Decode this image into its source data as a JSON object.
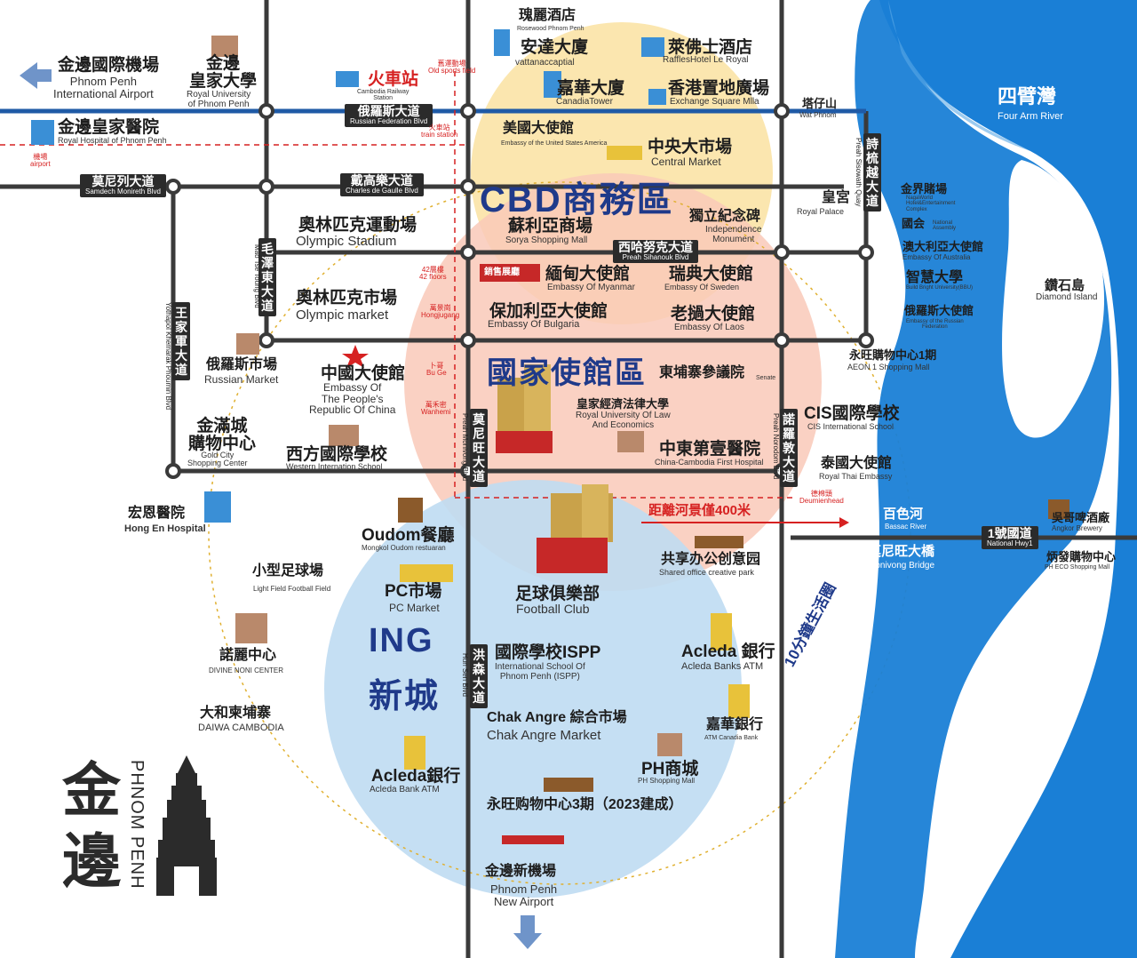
{
  "map": {
    "zones": {
      "cbd": "CBD商務區",
      "embassy": "國家使館區",
      "ing": "ING新城",
      "ing_line1": "ING",
      "ing_line2": "新城"
    },
    "city": {
      "zh1": "金",
      "zh2": "邊",
      "en": "PHNOM PENH"
    },
    "water": {
      "four_arm_zh": "四臂灣",
      "four_arm_en": "Four Arm River",
      "diamond_zh": "鑽石島",
      "diamond_en": "Diamond Island",
      "bassac_zh": "百色河",
      "bassac_en": "Bassac River",
      "monivong_bridge_zh": "莫尼旺大橋",
      "monivong_bridge_en": "Monivong Bridge",
      "ten_min": "10分鐘生活圈",
      "river_distance": "距離河景僅400米"
    },
    "roads": {
      "russian_zh": "俄羅斯大道",
      "russian_en": "Russian Federation Blvd",
      "samdech_zh": "莫尼列大道",
      "samdech_en": "Samdech Monireth Blvd",
      "charles_zh": "戴高樂大道",
      "charles_en": "Charles de Gaulle Blvd",
      "sihanouk_zh": "西哈努克大道",
      "sihanouk_en": "Preah Sihanouk Blvd",
      "maotse_zh": "毛澤東大道",
      "maotse_en": "Mao Tse Toung Blvd",
      "wangjia_zh": "王家軍大道",
      "wangjia_en": "Yothapol Khemarak Phoumin Blvd",
      "monivong_zh": "莫尼旺大道",
      "monivong_en": "Preah Monivong Blvd",
      "norodom_zh": "諾羅敦大道",
      "norodom_en": "Preah Norodom Blvd",
      "sisowath_zh": "詩梳越大道",
      "sisowath_en": "Preah Sisowath Quay",
      "hunsen_zh": "洪森大道",
      "hunsen_en": "Hun Sen Blvd",
      "nhw1_zh": "1號國道",
      "nhw1_en": "National Hwy1"
    },
    "small_tags": {
      "old_sports": "舊運動場",
      "old_sports_en": "Old sports field",
      "train_station": "火車站",
      "train_station_en": "train station",
      "airport_zh": "機場",
      "airport_en": "airport",
      "floors": "42層樓",
      "floors_en": "42 floors",
      "yonghui": "萬景崗",
      "yonghui_en": "Hongjugang",
      "bu_ge": "卜哥",
      "bu_ge_en": "Bu Ge",
      "wanhe": "萬禾密",
      "wanhe_en": "Wanhemi",
      "dock": "德棉頭",
      "dock_en": "Deumienhead",
      "sales": "銷售展廳"
    },
    "places": [
      {
        "zh": "金邊國際機場",
        "en": "Phnom Penh\nInternational Airport"
      },
      {
        "zh": "金邊\n皇家大學",
        "en": "Royal University\nof Phnom Penh"
      },
      {
        "zh": "火車站",
        "en": "Cambodia Railway\nStation"
      },
      {
        "zh": "瑰麗酒店",
        "en": "Rosewood Phnom Penh"
      },
      {
        "zh": "安達大廈",
        "en": "vattanaccaptial"
      },
      {
        "zh": "萊佛士酒店",
        "en": "RafflesHotel Le Royal"
      },
      {
        "zh": "嘉華大廈",
        "en": "CanadiaTower"
      },
      {
        "zh": "香港置地廣場",
        "en": "Exchange Square Mlla"
      },
      {
        "zh": "塔仔山",
        "en": "Wat Phnom"
      },
      {
        "zh": "金邊皇家醫院",
        "en": "Royal Hospital of Phnom Penh"
      },
      {
        "zh": "美國大使館",
        "en": "Embassy of the United States America"
      },
      {
        "zh": "中央大市場",
        "en": "Central Market"
      },
      {
        "zh": "皇宮",
        "en": "Royal Palace"
      },
      {
        "zh": "金界賭場",
        "en": "NagaWorld\nHotel&Entertainment\nComplex"
      },
      {
        "zh": "國会",
        "en": "National\nAssembly"
      },
      {
        "zh": "奧林匹克運動場",
        "en": "Olympic Stadium"
      },
      {
        "zh": "蘇利亞商場",
        "en": "Sorya Shopping Mall"
      },
      {
        "zh": "獨立紀念碑",
        "en": "Independence\nMonument"
      },
      {
        "zh": "澳大利亞大使館",
        "en": "Embassy Of Australia"
      },
      {
        "zh": "智慧大學",
        "en": "Build Bright University(BBU)"
      },
      {
        "zh": "緬甸大使館",
        "en": "Embassy Of Myanmar"
      },
      {
        "zh": "瑞典大使館",
        "en": "Embassy Of Sweden"
      },
      {
        "zh": "奧林匹克市場",
        "en": "Olympic market"
      },
      {
        "zh": "俄羅斯大使館",
        "en": "Embassy of the Russian\nFederation"
      },
      {
        "zh": "保加利亞大使館",
        "en": "Embassy Of Bulgaria"
      },
      {
        "zh": "老撾大使館",
        "en": "Embassy Of Laos"
      },
      {
        "zh": "永旺購物中心1期",
        "en": "AEON 1 Shopping Mall"
      },
      {
        "zh": "俄羅斯市場",
        "en": "Russian Market"
      },
      {
        "zh": "中國大使館",
        "en": "Embassy Of\nThe People's\nRepublic Of China"
      },
      {
        "zh": "東埔寨參議院",
        "en": "Senate"
      },
      {
        "zh": "皇家經濟法律大學",
        "en": "Royal University Of Law\nAnd Economics"
      },
      {
        "zh": "CIS國際學校",
        "en": "CIS International School"
      },
      {
        "zh": "金滿城\n購物中心",
        "en": "Gold City\nShopping Center"
      },
      {
        "zh": "西方國際學校",
        "en": "Western Internation School"
      },
      {
        "zh": "中東第壹醫院",
        "en": "China-Cambodia First Hospital"
      },
      {
        "zh": "泰國大使館",
        "en": "Royal Thai Embassy"
      },
      {
        "zh": "宏恩醫院",
        "en": "Hong En Hospital"
      },
      {
        "zh": "Oudom餐廳",
        "en": "Mongkol Oudom restuaran"
      },
      {
        "zh": "共享办公创意园",
        "en": "Shared office creative park"
      },
      {
        "zh": "吳哥啤酒廠",
        "en": "Angkor Brewery"
      },
      {
        "zh": "炳發購物中心",
        "en": "PH ECO Shopping Mall"
      },
      {
        "zh": "小型足球場",
        "en": "Light Field Football Field"
      },
      {
        "zh": "PC市場",
        "en": "PC Market"
      },
      {
        "zh": "足球俱樂部",
        "en": "Football Club"
      },
      {
        "zh": "諾麗中心",
        "en": "DIVINE NONI CENTER"
      },
      {
        "zh": "國際學校ISPP",
        "en": "International School Of\nPhnom Penh (ISPP)"
      },
      {
        "zh": "Acleda 銀行",
        "en": "Acleda Banks ATM"
      },
      {
        "zh": "大和柬埔寨",
        "en": "DAIWA CAMBODIA"
      },
      {
        "zh": "Chak Angre 綜合市場",
        "en": "Chak Angre Market"
      },
      {
        "zh": "嘉華銀行",
        "en": "ATM Canadia Bank"
      },
      {
        "zh": "Acleda銀行",
        "en": "Acleda Bank ATM"
      },
      {
        "zh": "PH商城",
        "en": "PH Shopping Mall"
      },
      {
        "zh": "永旺购物中心3期（2023建成）",
        "en": ""
      },
      {
        "zh": "金邊新機場",
        "en": "Phnom Penh\nNew Airport"
      }
    ],
    "colors": {
      "road": "#3a3a3a",
      "river": "#1a7fd6",
      "river_light": "#5aa8e6",
      "cbd_circle": "#fbe3a6",
      "embassy_circle": "#f9c9b8",
      "ing_circle": "#bfdcf2",
      "blue_road": "#1f5aa6",
      "accent_red": "#d62121",
      "zone_text": "#1f3a8a"
    }
  }
}
